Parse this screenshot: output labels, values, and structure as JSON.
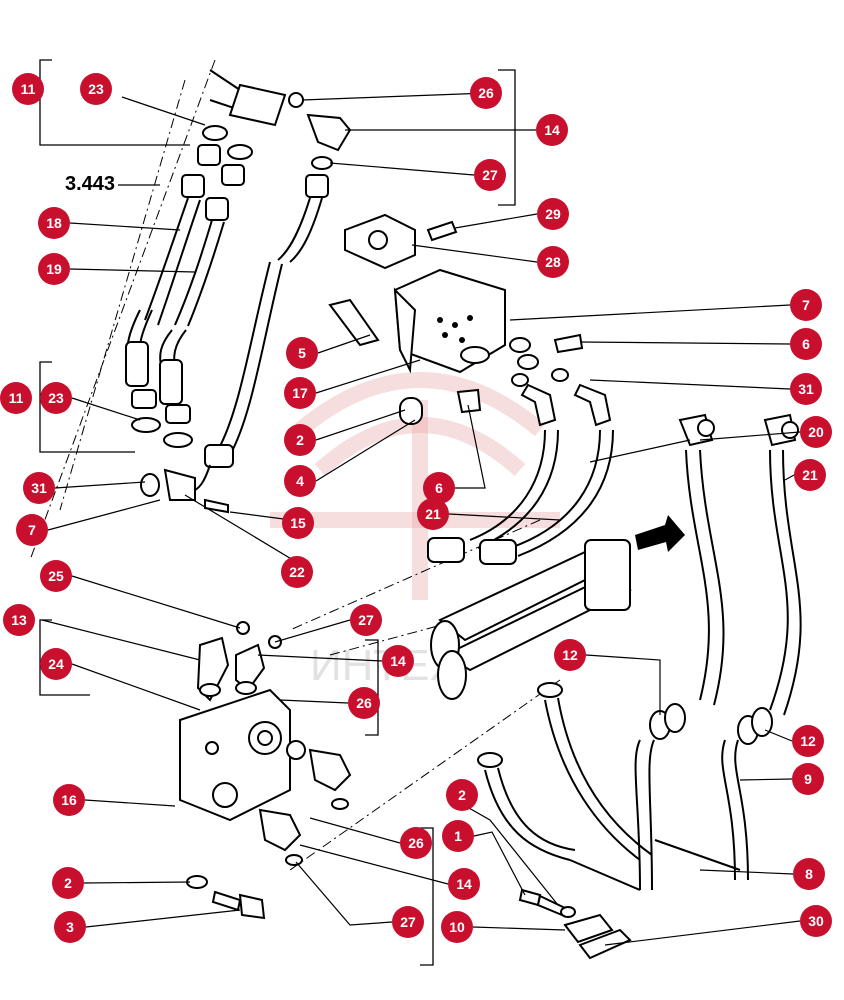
{
  "diagram": {
    "reference_label": "3.443",
    "watermark_text": "ИНТЕХ",
    "callouts": [
      "11",
      "23",
      "26",
      "14",
      "27",
      "29",
      "28",
      "18",
      "19",
      "7",
      "5",
      "6",
      "17",
      "31",
      "11",
      "23",
      "2",
      "4",
      "6",
      "20",
      "21",
      "31",
      "7",
      "15",
      "21",
      "22",
      "25",
      "27",
      "13",
      "14",
      "24",
      "12",
      "26",
      "12",
      "9",
      "16",
      "26",
      "2",
      "1",
      "8",
      "2",
      "14",
      "3",
      "27",
      "10",
      "30"
    ]
  }
}
